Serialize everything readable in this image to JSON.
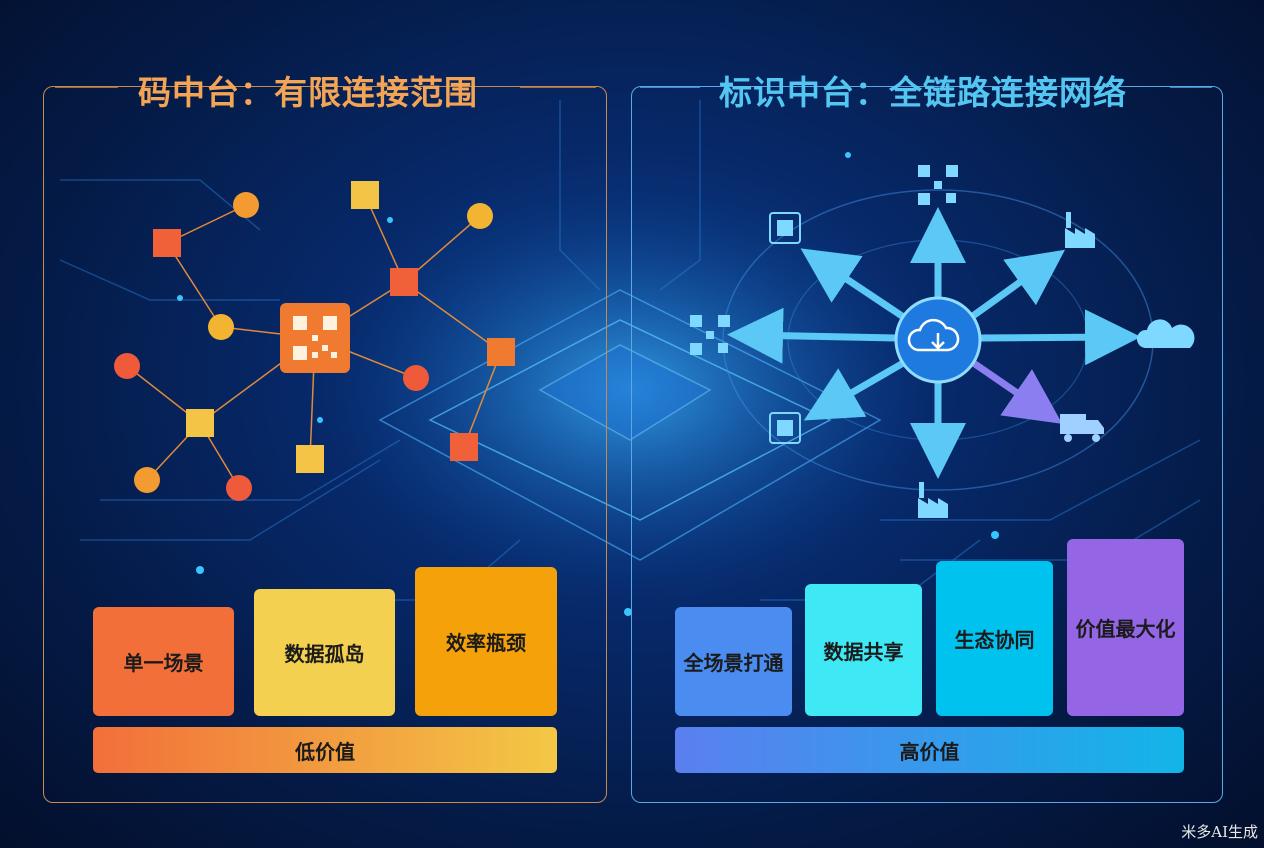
{
  "left": {
    "title": "码中台：有限连接范围",
    "boxes": [
      {
        "label": "单一场景",
        "color": "#f26f3a"
      },
      {
        "label": "数据孤岛",
        "color": "#f3d04f"
      },
      {
        "label": "效率瓶颈",
        "color": "#f5a20a"
      }
    ],
    "bar_label": "低价值"
  },
  "right": {
    "title": "标识中台：全链路连接网络",
    "boxes": [
      {
        "label": "全场景打通",
        "color": "#4a8cf0"
      },
      {
        "label": "数据共享",
        "color": "#3ee8f5"
      },
      {
        "label": "生态协同",
        "color": "#00c2ee"
      },
      {
        "label": "价值最大化",
        "color": "#9466e6"
      }
    ],
    "bar_label": "高价值"
  },
  "watermark": "米多AI生成"
}
